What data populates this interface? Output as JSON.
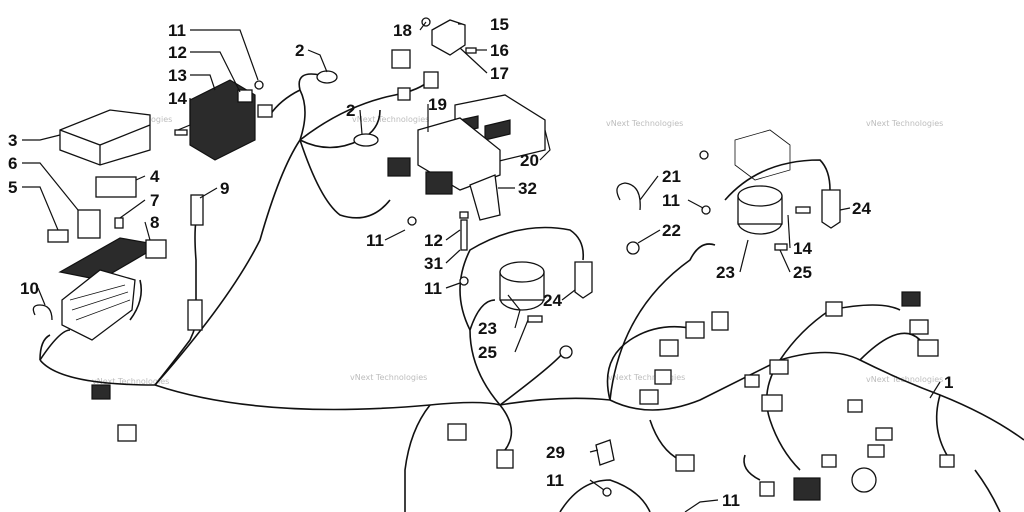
{
  "diagram": {
    "callouts": [
      {
        "id": "c11a",
        "text": "11"
      },
      {
        "id": "c12a",
        "text": "12"
      },
      {
        "id": "c13",
        "text": "13"
      },
      {
        "id": "c14a",
        "text": "14"
      },
      {
        "id": "c3",
        "text": "3"
      },
      {
        "id": "c6",
        "text": "6"
      },
      {
        "id": "c5",
        "text": "5"
      },
      {
        "id": "c4",
        "text": "4"
      },
      {
        "id": "c7",
        "text": "7"
      },
      {
        "id": "c8",
        "text": "8"
      },
      {
        "id": "c9",
        "text": "9"
      },
      {
        "id": "c10",
        "text": "10"
      },
      {
        "id": "c2a",
        "text": "2"
      },
      {
        "id": "c2b",
        "text": "2"
      },
      {
        "id": "c18",
        "text": "18"
      },
      {
        "id": "c15",
        "text": "15"
      },
      {
        "id": "c16",
        "text": "16"
      },
      {
        "id": "c17",
        "text": "17"
      },
      {
        "id": "c19",
        "text": "19"
      },
      {
        "id": "c20",
        "text": "20"
      },
      {
        "id": "c32",
        "text": "32"
      },
      {
        "id": "c11b",
        "text": "11"
      },
      {
        "id": "c12b",
        "text": "12"
      },
      {
        "id": "c31",
        "text": "31"
      },
      {
        "id": "c11c",
        "text": "11"
      },
      {
        "id": "c21",
        "text": "21"
      },
      {
        "id": "c11d",
        "text": "11"
      },
      {
        "id": "c22",
        "text": "22"
      },
      {
        "id": "c24a",
        "text": "24"
      },
      {
        "id": "c14b",
        "text": "14"
      },
      {
        "id": "c23a",
        "text": "23"
      },
      {
        "id": "c25a",
        "text": "25"
      },
      {
        "id": "c24b",
        "text": "24"
      },
      {
        "id": "c23b",
        "text": "23"
      },
      {
        "id": "c25b",
        "text": "25"
      },
      {
        "id": "c1",
        "text": "1"
      },
      {
        "id": "c29",
        "text": "29"
      },
      {
        "id": "c11e",
        "text": "11"
      },
      {
        "id": "c11f",
        "text": "11"
      }
    ],
    "watermark": "vNext Technologies"
  }
}
